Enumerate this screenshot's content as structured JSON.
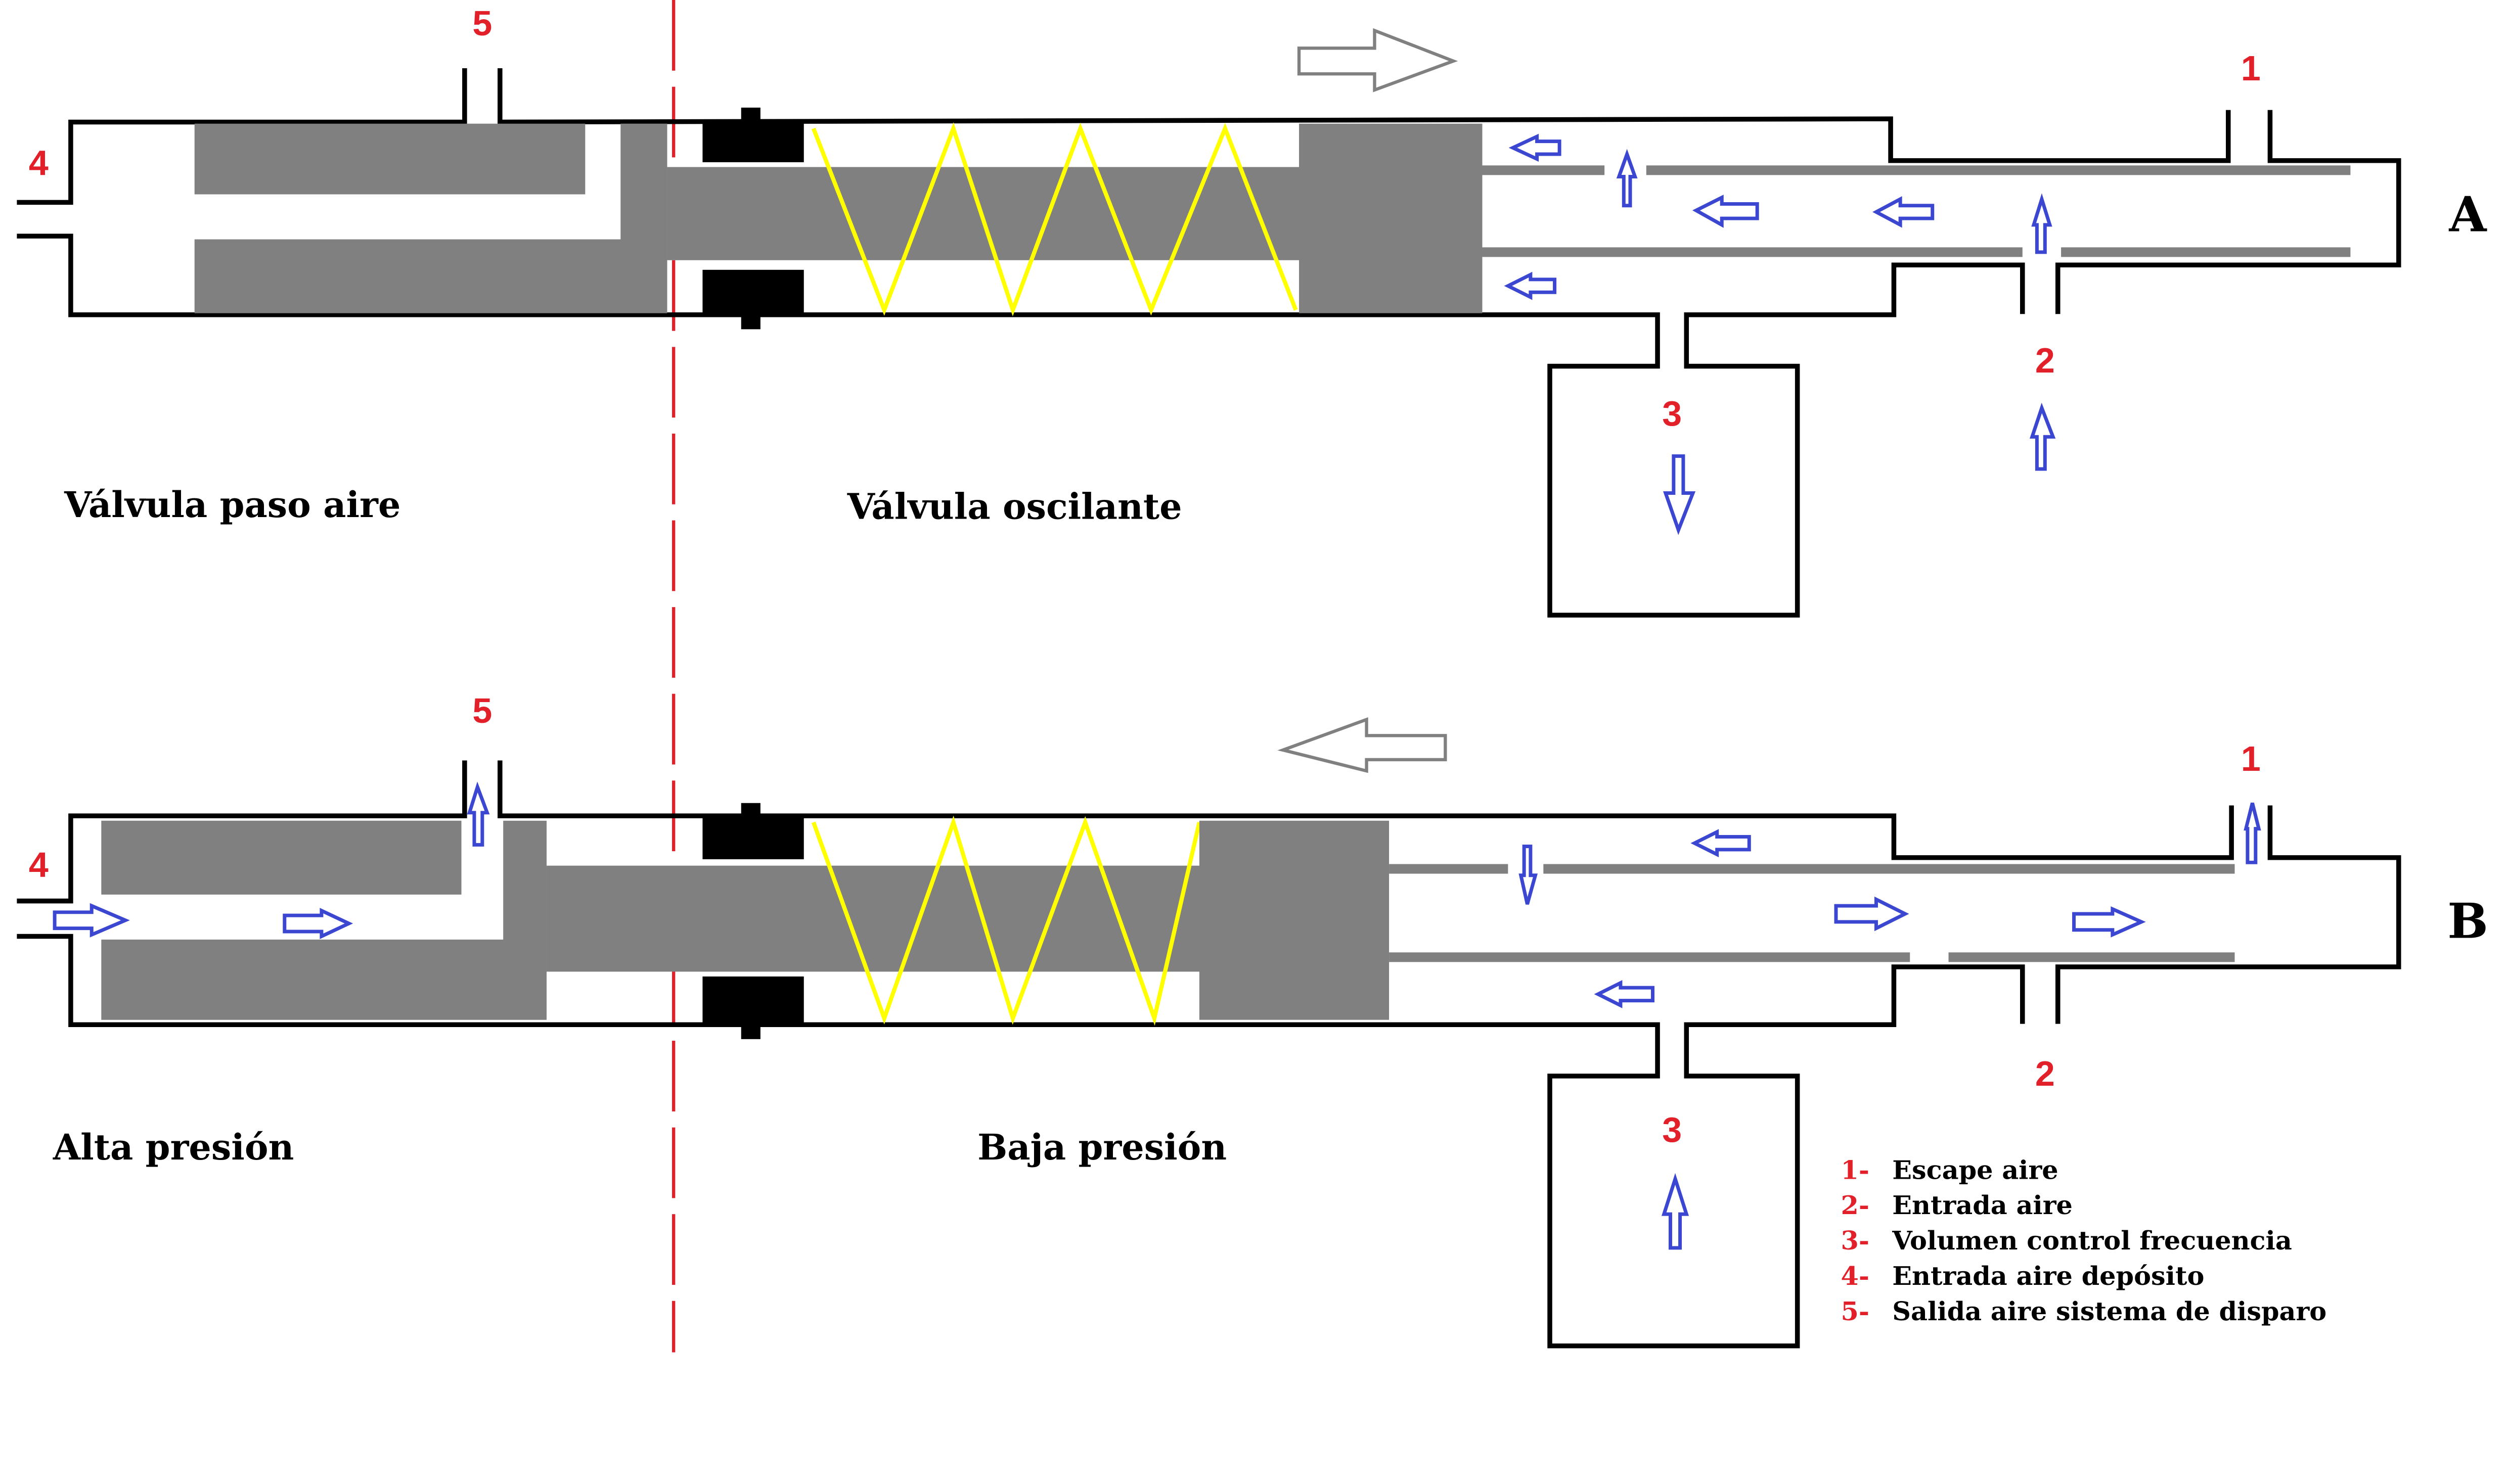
{
  "diagram": {
    "top": {
      "state": "A",
      "left_section_label": "Válvula paso aire",
      "right_section_label": "Válvula oscilante",
      "ports": {
        "p1": "1",
        "p2": "2",
        "p3": "3",
        "p4": "4",
        "p5": "5"
      },
      "motion_direction": "right"
    },
    "bottom": {
      "state": "B",
      "left_section_label": "Alta presión",
      "right_section_label": "Baja presión",
      "ports": {
        "p1": "1",
        "p2": "2",
        "p3": "3",
        "p4": "4",
        "p5": "5"
      },
      "motion_direction": "left"
    },
    "legend": [
      {
        "num": "1-",
        "text": "Escape aire"
      },
      {
        "num": "2-",
        "text": "Entrada aire"
      },
      {
        "num": "3-",
        "text": "Volumen control frecuencia"
      },
      {
        "num": "4-",
        "text": "Entrada aire depósito"
      },
      {
        "num": "5-",
        "text": "Salida aire sistema de disparo"
      }
    ],
    "colors": {
      "port_numbers": "#e2202a",
      "flow_arrows": "#3b46d1",
      "moving_parts": "#808080",
      "spring": "#ffff00",
      "seals": "#000000",
      "divider": "#e2202a"
    }
  }
}
